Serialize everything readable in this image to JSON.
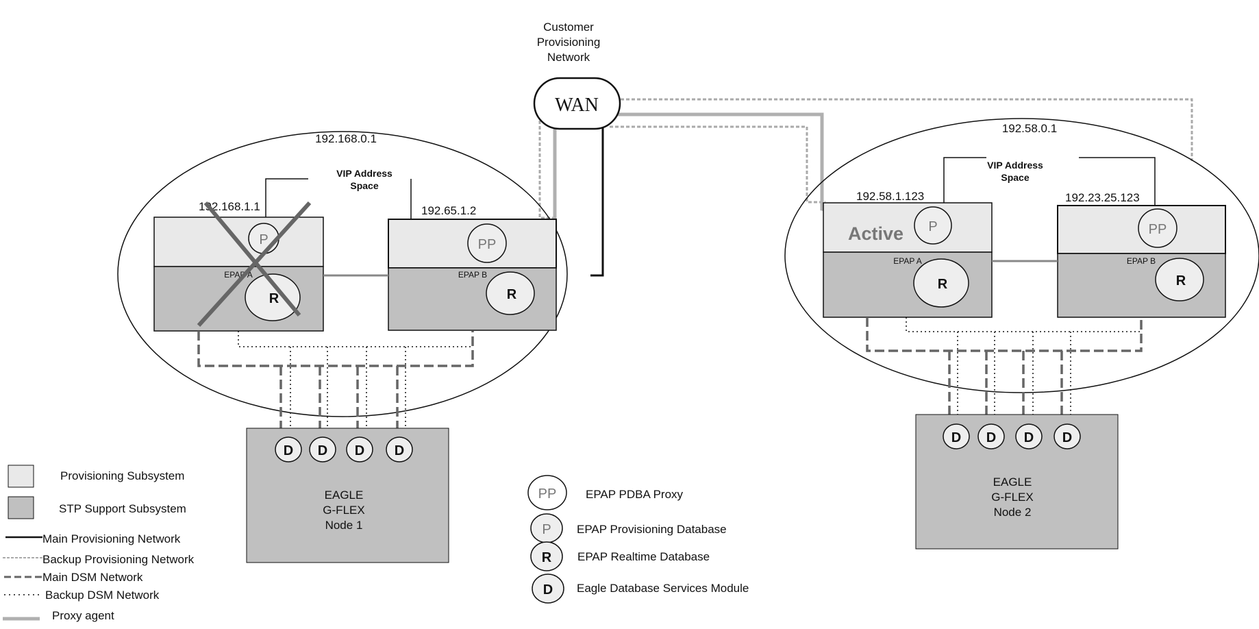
{
  "wan": {
    "caption": [
      "Customer",
      "Provisioning",
      "Network"
    ],
    "label": "WAN"
  },
  "node1": {
    "network_ip": "192.168.0.1",
    "vip_label": [
      "VIP Address",
      "Space"
    ],
    "epap_a": {
      "ip": "192.168.1.1",
      "label": "EPAP A",
      "p": "P",
      "r": "R"
    },
    "epap_b": {
      "ip": "192.65.1.2",
      "label": "EPAP B",
      "pp": "PP",
      "r": "R"
    },
    "d_modules": [
      "D",
      "D",
      "D",
      "D"
    ],
    "eagle": [
      "EAGLE",
      "G-FLEX",
      "Node 1"
    ]
  },
  "node2": {
    "network_ip": "192.58.0.1",
    "vip_label": [
      "VIP Address",
      "Space"
    ],
    "epap_a": {
      "ip": "192.58.1.123",
      "label": "EPAP A",
      "active": "Active",
      "p": "P",
      "r": "R"
    },
    "epap_b": {
      "ip": "192.23.25.123",
      "label": "EPAP B",
      "pp": "PP",
      "r": "R"
    },
    "d_modules": [
      "D",
      "D",
      "D",
      "D"
    ],
    "eagle": [
      "EAGLE",
      "G-FLEX",
      "Node 2"
    ]
  },
  "legend_left": {
    "provisioning": "Provisioning Subsystem",
    "stp": "STP Support Subsystem",
    "main_prov": "Main Provisioning Network",
    "backup_prov": "Backup Provisioning Network",
    "main_dsm": "Main DSM Network",
    "backup_dsm": "Backup DSM Network",
    "proxy": "Proxy agent"
  },
  "legend_center": {
    "pp_symbol": "PP",
    "pp_label": "EPAP PDBA Proxy",
    "p_symbol": "P",
    "p_label": "EPAP Provisioning Database",
    "r_symbol": "R",
    "r_label": "EPAP Realtime Database",
    "d_symbol": "D",
    "d_label": "Eagle Database Services Module"
  },
  "colors": {
    "provisioning_fill": "#e9e9e9",
    "stp_fill": "#c0c0c0",
    "circle_fill": "#eeeeee",
    "line_dark": "#111111",
    "proxy_line": "#b0b0b0",
    "dsm_dashed": "#666666",
    "cross": "#666666"
  }
}
